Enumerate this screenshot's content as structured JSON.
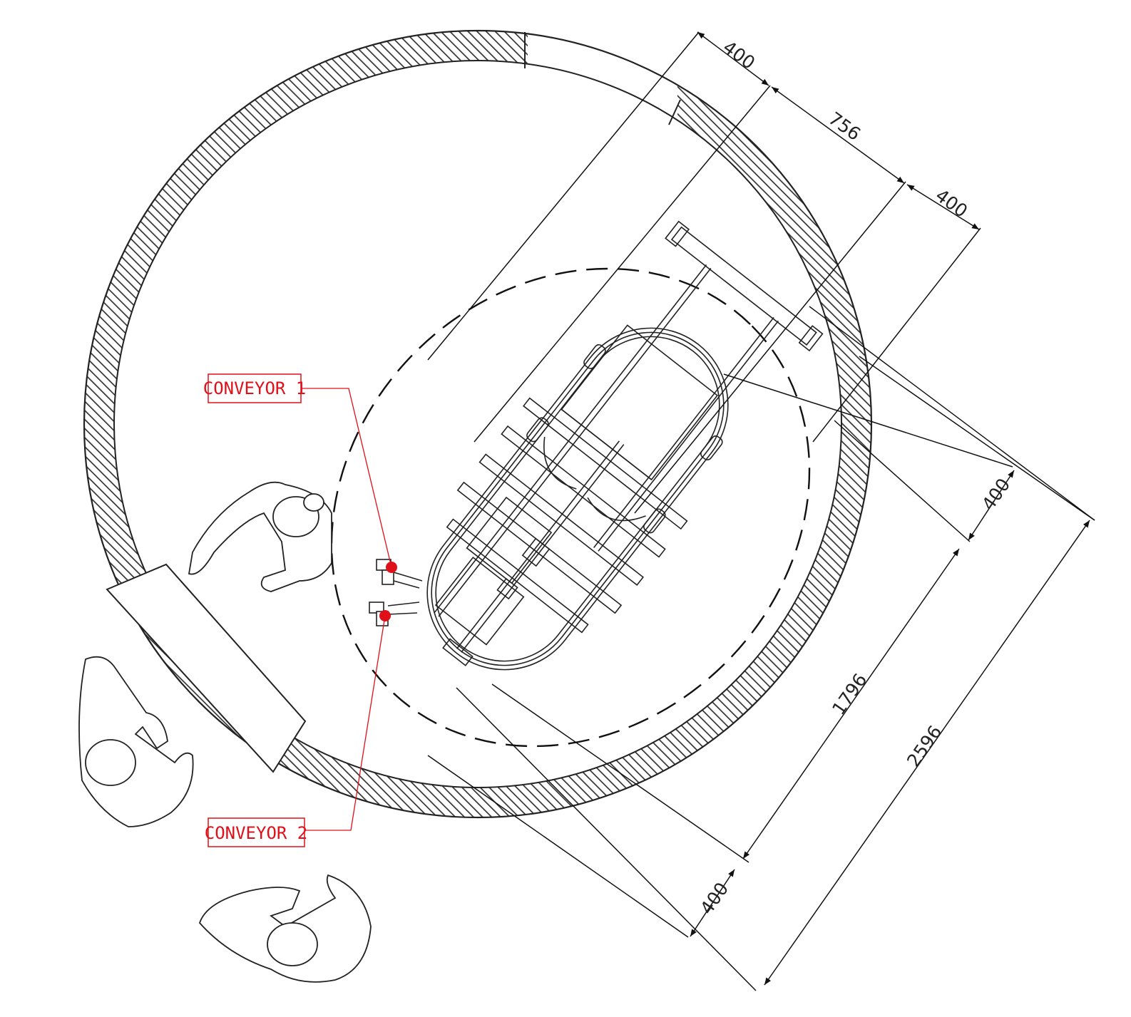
{
  "colors": {
    "line": "#222222",
    "hatch": "#333333",
    "accent": "#e0101a",
    "background": "#ffffff"
  },
  "callouts": {
    "conveyor_1": "CONVEYOR 1",
    "conveyor_2": "CONVEYOR 2"
  },
  "dimensions": {
    "top_left": "400",
    "top_middle": "756",
    "top_right": "400",
    "right_small": "400",
    "bottom_small": "400",
    "middle_long": "1796",
    "overall": "2596"
  }
}
